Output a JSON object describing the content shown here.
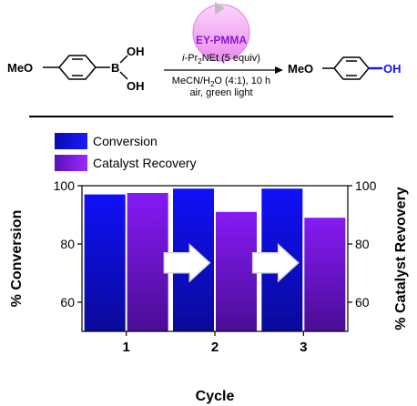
{
  "scheme": {
    "catalyst": "EY-PMMA",
    "base_pre": "i",
    "base_mid": "-Pr",
    "base_sub": "2",
    "base_post": "NEt (5 equiv)",
    "solvent_pre": "MeCN/H",
    "solvent_sub": "2",
    "solvent_post": "O (4:1), 10 h",
    "conditions": "air, green light",
    "reactant_group": "MeO",
    "boron_atom": "B",
    "hydroxyl_top": "OH",
    "hydroxyl_bottom": "OH",
    "product_group": "MeO",
    "product_oh": "OH",
    "colors": {
      "catalyst_circle": "#f1a6f3",
      "catalyst_text": "#8a16d8",
      "product_oh": "#1010ff"
    }
  },
  "chart_data": {
    "type": "bar",
    "categories": [
      "1",
      "2",
      "3"
    ],
    "series": [
      {
        "name": "Conversion",
        "values": [
          97,
          99,
          99
        ],
        "axis": "left",
        "color": "#1212ee"
      },
      {
        "name": "Catalyst Recovery",
        "values": [
          97.5,
          91,
          89
        ],
        "axis": "right",
        "color": "#7a16ea"
      }
    ],
    "xlabel": "Cycle",
    "ylabel": "% Conversion",
    "ylabel_right": "% Catalyst Revovery",
    "ylim": [
      50,
      100
    ],
    "ylim_right": [
      50,
      100
    ],
    "yticks": [
      60,
      80,
      100
    ],
    "yticks_right": [
      60,
      80,
      100
    ],
    "legend_position": "top-left",
    "grid": false
  }
}
